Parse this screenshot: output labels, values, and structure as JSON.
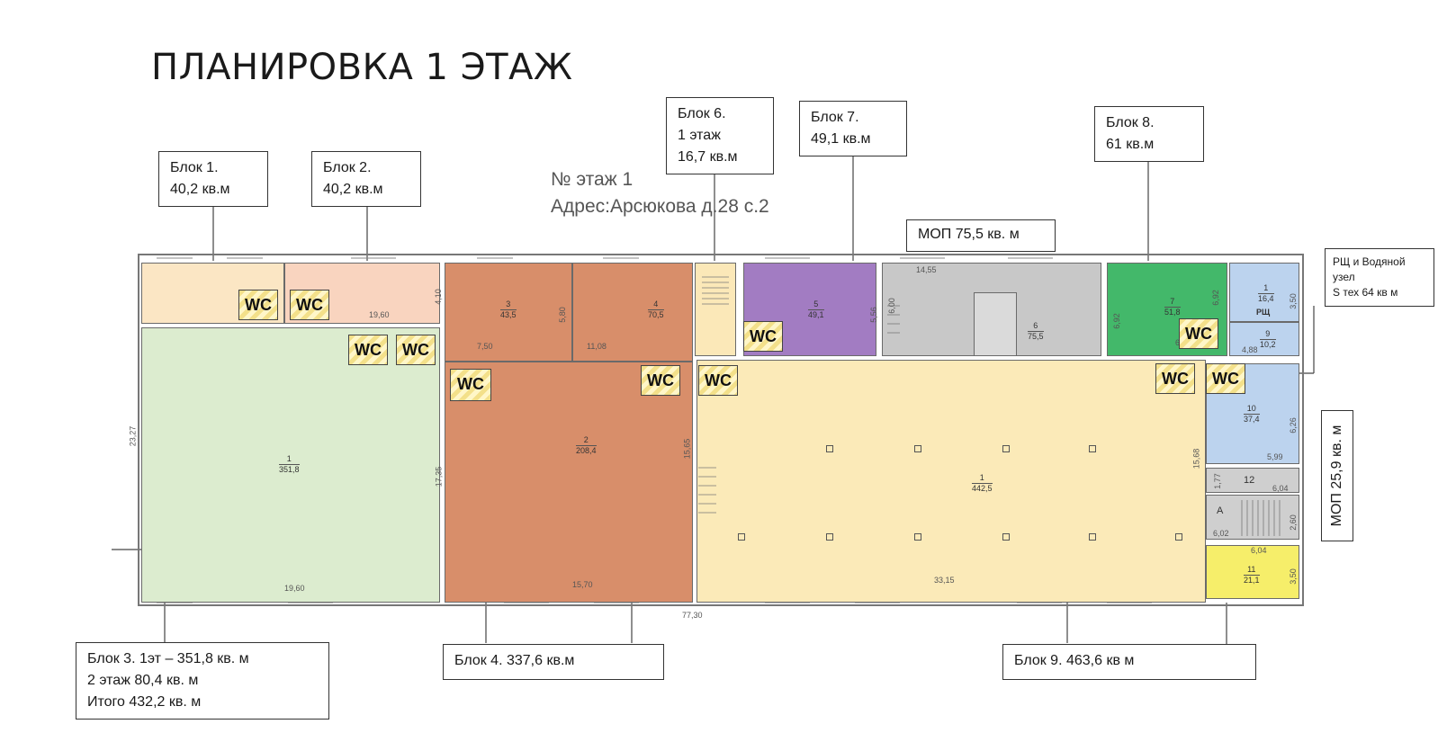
{
  "title": "ПЛАНИРОВКА 1 ЭТАЖ",
  "floor_label": "№ этаж 1",
  "address": "Адрес:Арсюкова д.28 с.2",
  "labels": {
    "b1": [
      "Блок 1.",
      "40,2 кв.м"
    ],
    "b2": [
      "Блок 2.",
      "40,2 кв.м"
    ],
    "b6": [
      "Блок 6.",
      "1 этаж",
      "16,7 кв.м"
    ],
    "b7": [
      "Блок 7.",
      "49,1 кв.м"
    ],
    "b8": [
      "Блок 8.",
      "61 кв.м"
    ],
    "mop": "МОП 75,5 кв. м",
    "rsh": [
      "РЩ и Водяной",
      "узел",
      "S тех 64 кв м"
    ],
    "mop2": "МОП 25,9 кв. м",
    "b3": [
      "Блок 3. 1эт – 351,8 кв. м",
      "2 этаж 80,4 кв. м",
      "Итого 432,2 кв. м"
    ],
    "b4": "Блок 4. 337,6 кв.м",
    "b9": "Блок 9. 463,6 кв м"
  },
  "wc_label": "WC",
  "rooms": {
    "r1": [
      "1",
      "351,8"
    ],
    "r2": [
      "2",
      "208,4"
    ],
    "r3": [
      "3",
      "43,5"
    ],
    "r4": [
      "4",
      "70,5"
    ],
    "r5": [
      "5",
      "49,1"
    ],
    "r6": [
      "6",
      "75,5"
    ],
    "r7": [
      "7",
      "51,8"
    ],
    "r1b": [
      "1",
      "16,4"
    ],
    "r9": [
      "9",
      "10,2"
    ],
    "r10": [
      "10",
      "37,4"
    ],
    "r1c": [
      "1",
      "442,5"
    ],
    "r11": [
      "11",
      "21,1"
    ],
    "r12": "12",
    "rA": "А",
    "rsh_room": "РЩ"
  },
  "dims": {
    "d1": "19,60",
    "d2": "4,10",
    "d3": "23,27",
    "d4": "17,35",
    "d5": "19,60",
    "d6": "7,50",
    "d7": "5,80",
    "d8": "11,08",
    "d9": "15,65",
    "d10": "15,70",
    "d11": "14,55",
    "d12": "6,00",
    "d13": "5,56",
    "d14": "6,92",
    "d15": "6,75",
    "d16": "6,92",
    "d17": "3,50",
    "d18": "4,88",
    "d19": "6,26",
    "d20": "5,99",
    "d21": "1,77",
    "d22": "6,04",
    "d23": "6,02",
    "d24": "2,60",
    "d25": "6,04",
    "d26": "3,50",
    "d27": "15,68",
    "d28": "33,15",
    "d29": "77,30"
  },
  "colors": {
    "block1": "#fbe6c4",
    "block2": "#f9d4bf",
    "block3": "#dceccf",
    "block4": "#d88e6a",
    "block6": "#fbe8b8",
    "block7": "#a27cc2",
    "mop": "#c8c8c8",
    "block8": "#43b86a",
    "tech": "#bcd3ee",
    "block9": "#fbeab8",
    "block11": "#f6ee6a",
    "stair": "#cfcfcf"
  }
}
